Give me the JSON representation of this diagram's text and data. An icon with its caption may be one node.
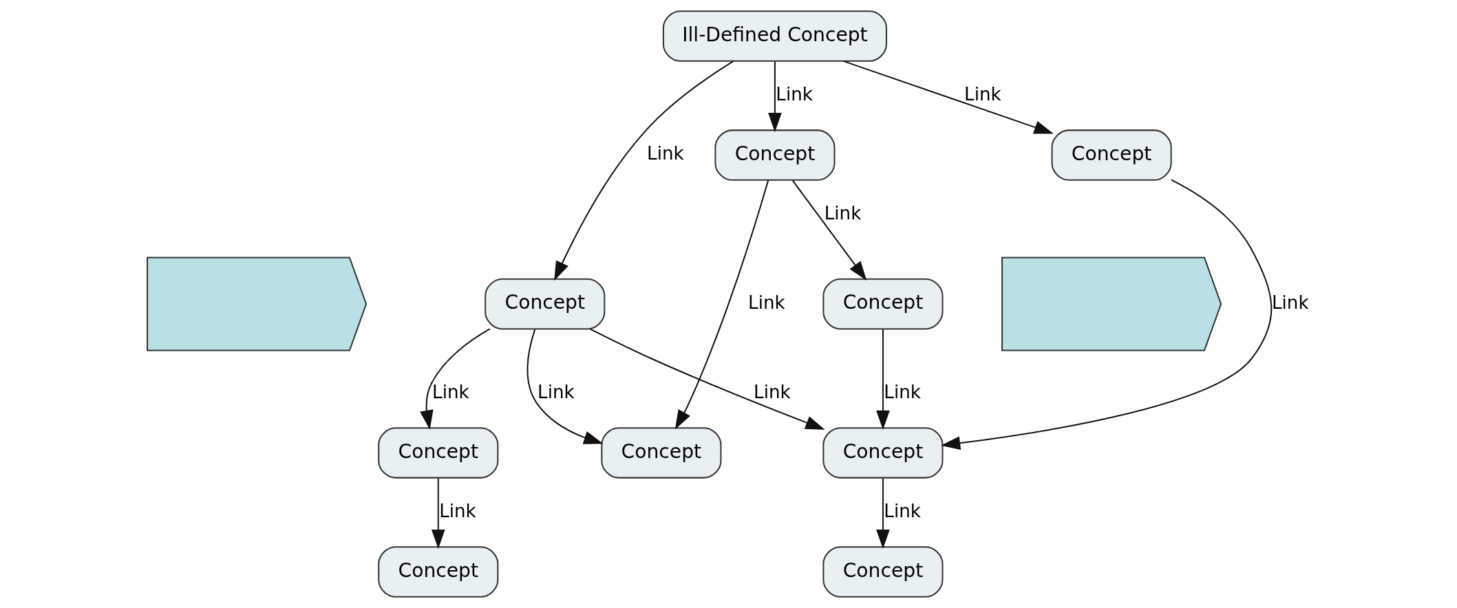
{
  "diagram": {
    "nodes": [
      {
        "text": [
          "Ill-Defined Concept"
        ]
      },
      {
        "text": [
          "Concept"
        ]
      },
      {
        "text": [
          "Concept"
        ]
      },
      {
        "text": [
          "Concept"
        ]
      },
      {
        "text": [
          "Concept"
        ]
      },
      {
        "text": [
          "Concept"
        ]
      },
      {
        "text": [
          "Concept"
        ]
      },
      {
        "text": [
          "Concept"
        ]
      },
      {
        "text": [
          "Concept"
        ]
      },
      {
        "text": [
          "Concept"
        ]
      },
      {
        "text": [],
        "shape": "arrow"
      },
      {
        "text": [],
        "shape": "arrow"
      }
    ],
    "edges": [
      {
        "from": 0,
        "to": 1,
        "arrow": "to",
        "label": "Link"
      },
      {
        "from": 0,
        "to": 2,
        "arrow": "to",
        "label": "Link"
      },
      {
        "from": 0,
        "to": 3,
        "arrow": "to",
        "label": "Link"
      },
      {
        "from": 1,
        "to": 4,
        "arrow": "to",
        "label": "Link"
      },
      {
        "from": 1,
        "to": 5,
        "arrow": "to",
        "label": "Link"
      },
      {
        "from": 1,
        "to": 7,
        "arrow": "to",
        "label": "Link"
      },
      {
        "from": 2,
        "to": 5,
        "arrow": "to",
        "label": "Link"
      },
      {
        "from": 2,
        "to": 6,
        "arrow": "to",
        "label": "Link"
      },
      {
        "from": 3,
        "to": 7,
        "arrow": "to",
        "label": "Link"
      },
      {
        "from": 6,
        "to": 7,
        "arrow": "to",
        "label": "Link"
      },
      {
        "from": 4,
        "to": 8,
        "arrow": "to",
        "label": "Link"
      },
      {
        "from": 7,
        "to": 9,
        "arrow": "to",
        "label": "Link"
      }
    ]
  }
}
